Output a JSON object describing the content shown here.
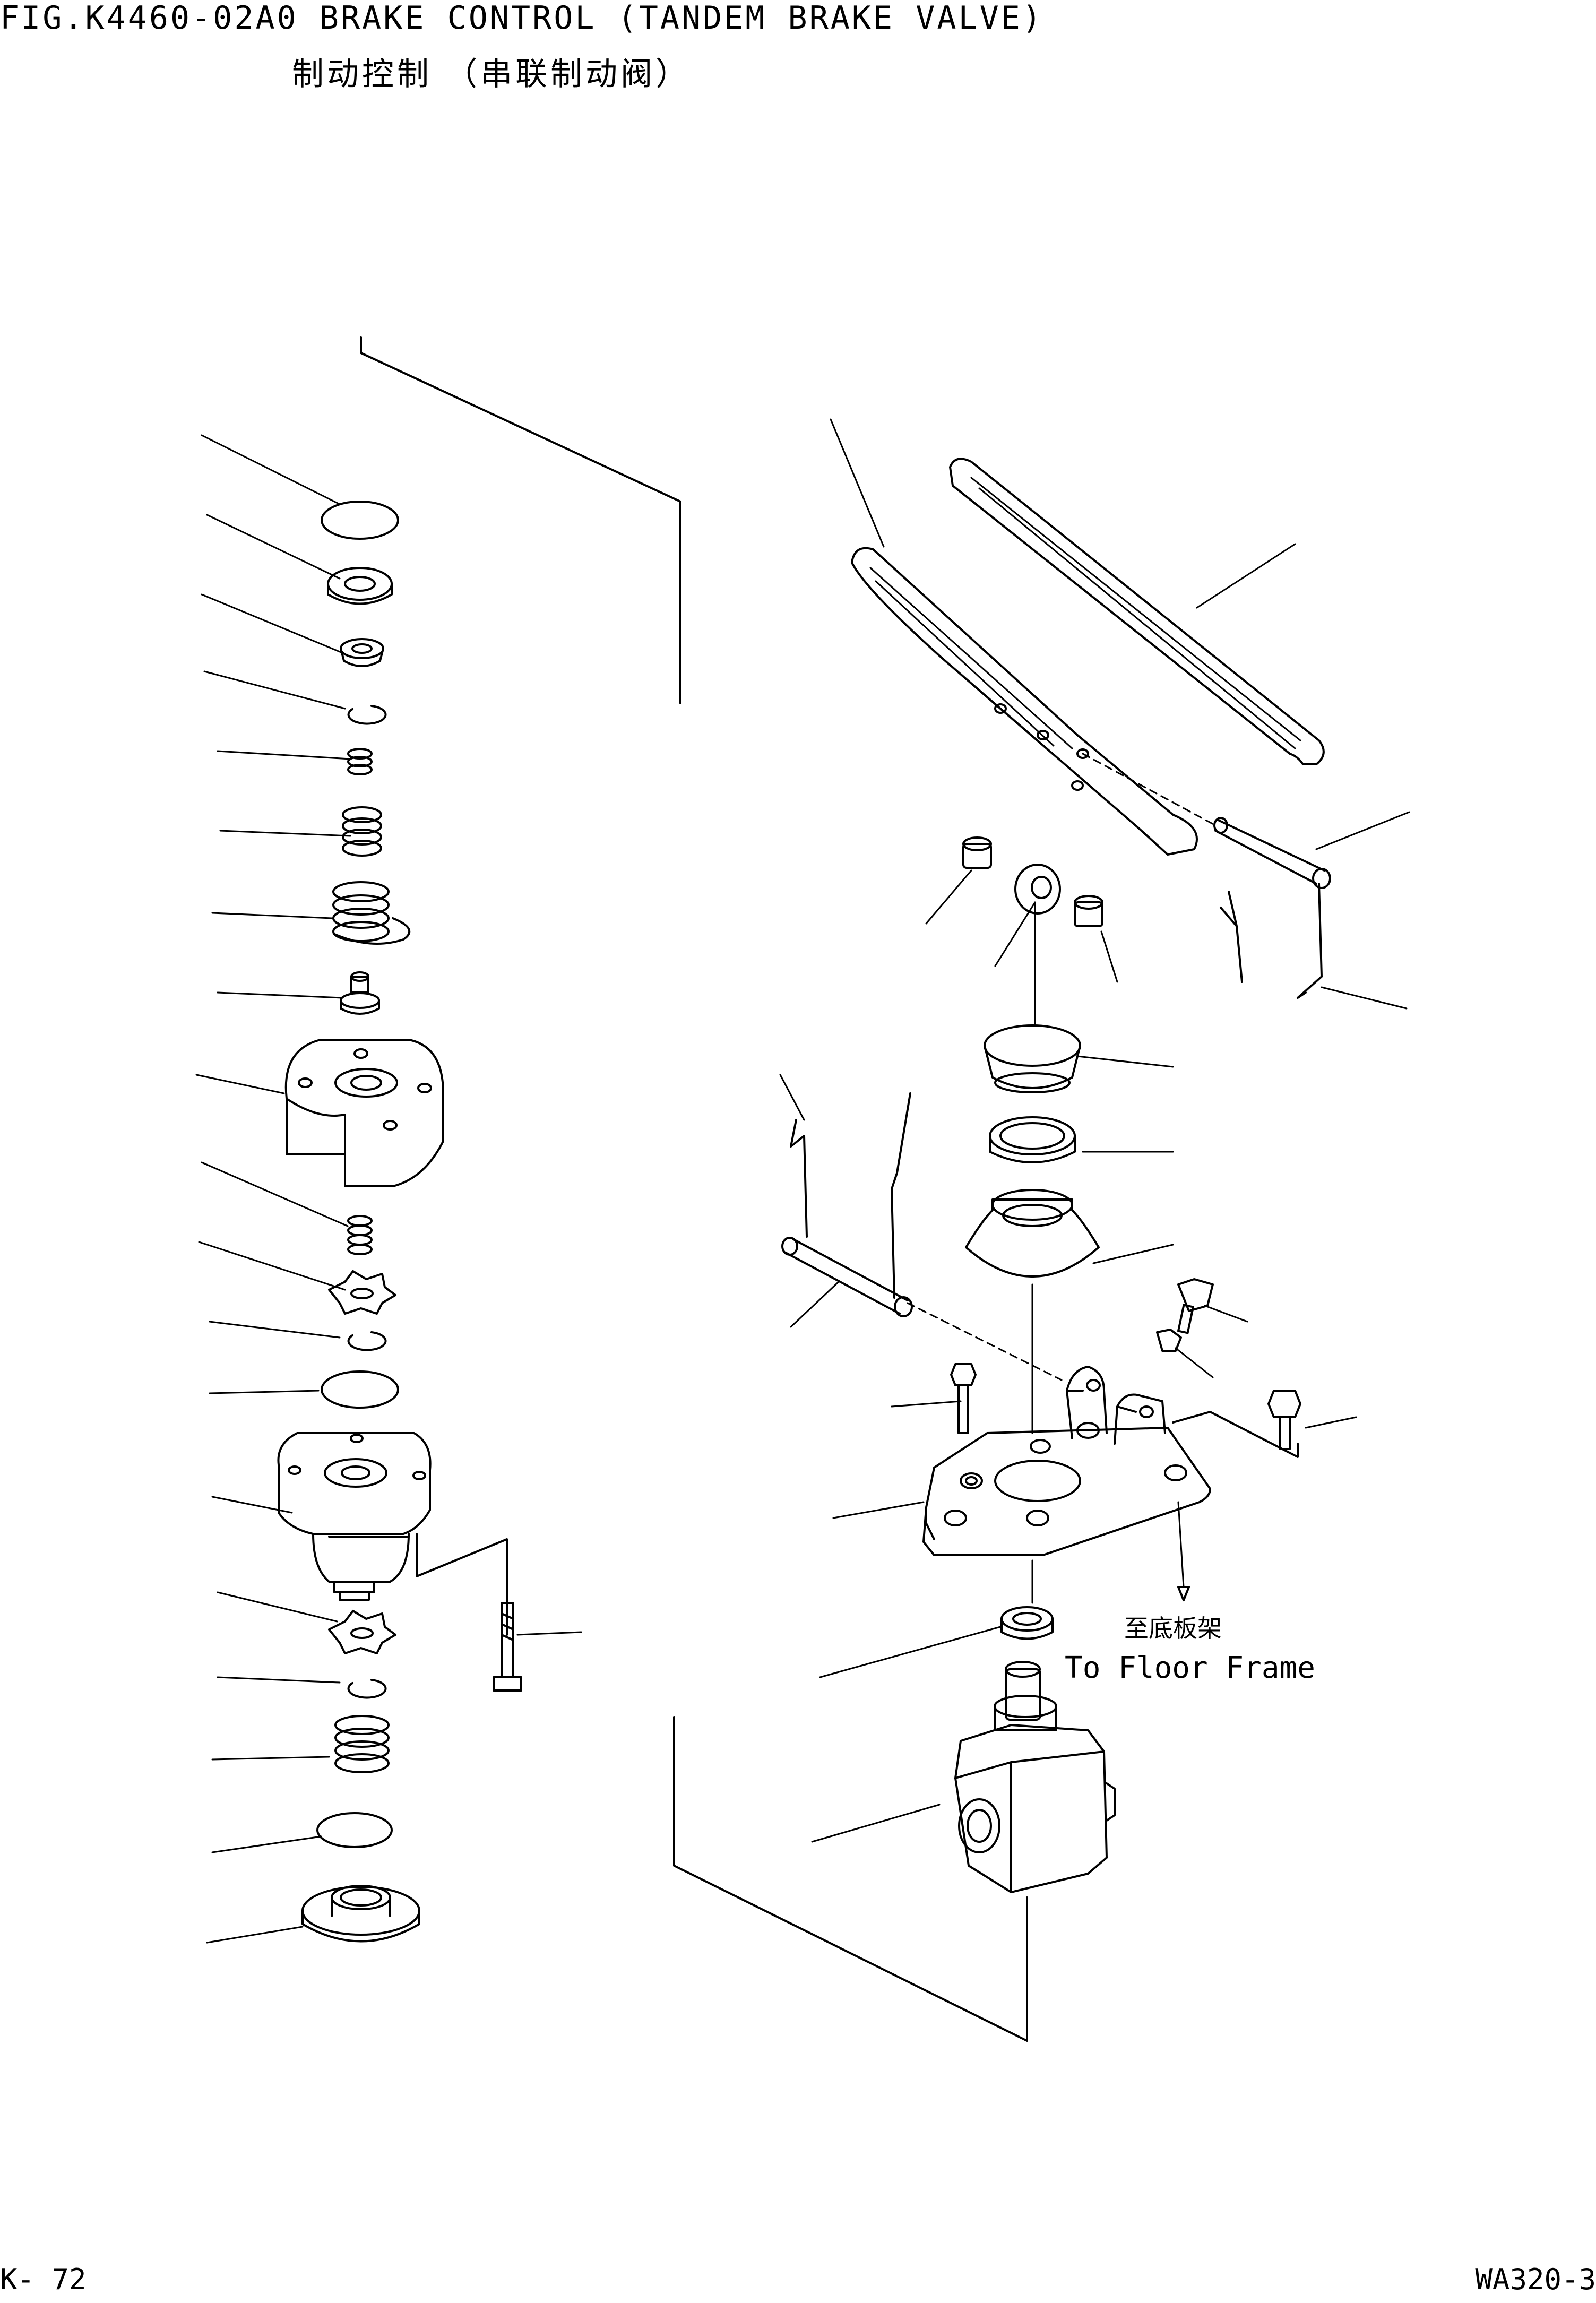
{
  "header": {
    "figure_title": "FIG.K4460-02A0  BRAKE CONTROL (TANDEM BRAKE VALVE)",
    "figure_subtitle": "制动控制 （串联制动阀）"
  },
  "annotations": {
    "floor_frame_cn": "至底板架",
    "floor_frame_en": "To Floor Frame"
  },
  "footer": {
    "page_number": "K- 72",
    "model": "WA320-3"
  },
  "colors": {
    "ink": "#000000",
    "paper": "#ffffff"
  }
}
